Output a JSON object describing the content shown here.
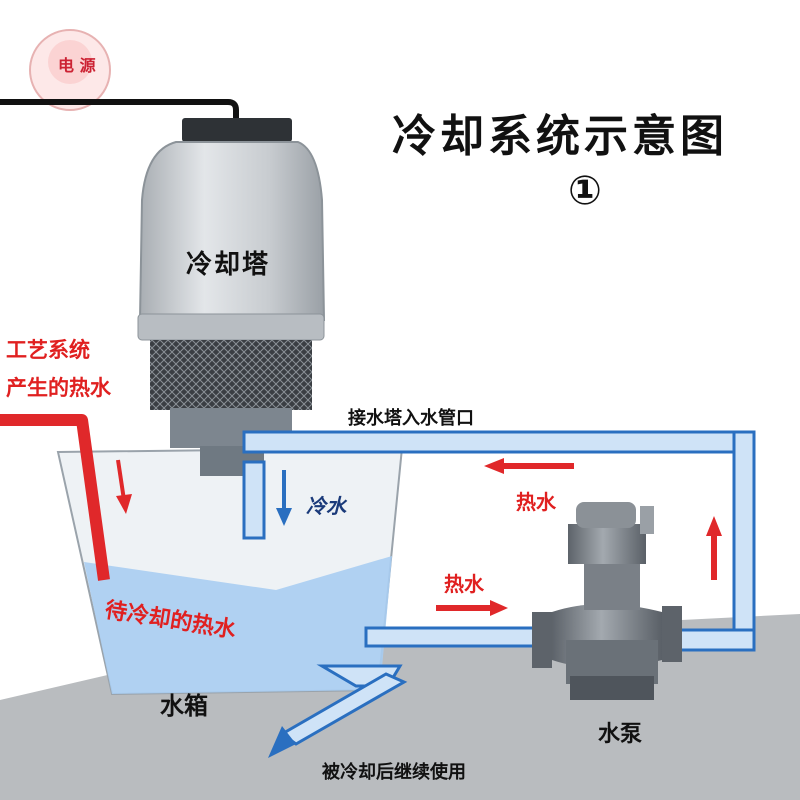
{
  "title": "冷却系统示意图",
  "number": "①",
  "labels": {
    "cooling_tower": "冷却塔",
    "process_line1": "工艺系统",
    "process_line2": "产生的热水",
    "tower_inlet": "接水塔入水管口",
    "cold_water": "冷水",
    "hot_water_top": "热水",
    "hot_water_mid": "热水",
    "waiting_hot_water": "待冷却的热水",
    "water_tank": "水箱",
    "water_pump": "水泵",
    "reuse": "被冷却后继续使用"
  },
  "logo_text": "电 源",
  "colors": {
    "pipe_fill": "#cfe3f7",
    "pipe_stroke": "#2a6fc0",
    "hot_pipe": "#e0282a",
    "arrow_red": "#e0282a",
    "arrow_blue": "#2a6fc0",
    "water": "#a8cdf2",
    "tank": "#eef2f5",
    "floor": "#b9bcbf",
    "tower_body": "#c9cdd1",
    "pump_body": "#7b8188"
  }
}
